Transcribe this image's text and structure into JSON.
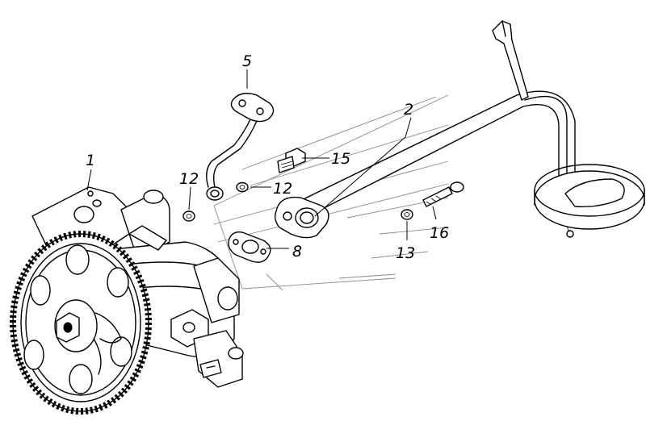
{
  "callouts": {
    "c1": "1",
    "c2": "2",
    "c5": "5",
    "c8": "8",
    "c12a": "12",
    "c12b": "12",
    "c13": "13",
    "c15": "15",
    "c16": "16"
  },
  "colors": {
    "ink": "#000000",
    "ghost": "#8a8a8a",
    "background": "#ffffff"
  }
}
